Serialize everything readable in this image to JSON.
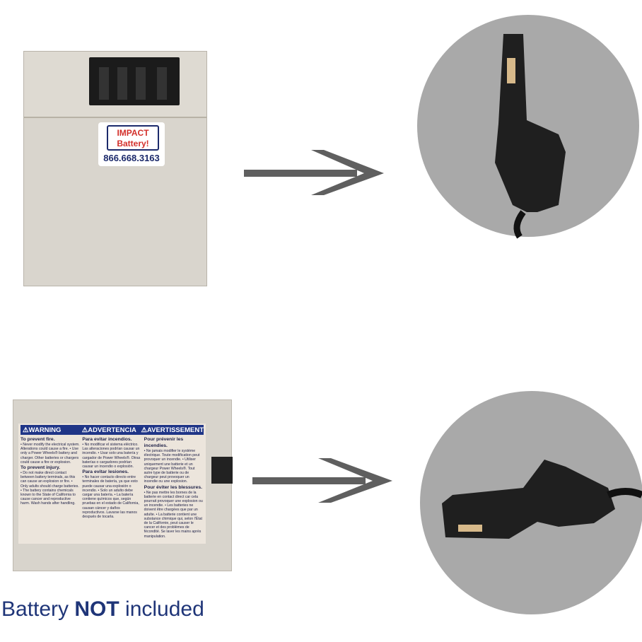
{
  "battery_top": {
    "sticker_brand_line1": "IMPACT",
    "sticker_brand_line2": "Battery!",
    "sticker_phone": "866.668.3163"
  },
  "battery_bottom": {
    "warning_headers": [
      "⚠WARNING",
      "⚠ADVERTENCIA",
      "⚠AVERTISSEMENT"
    ],
    "columns": [
      {
        "h1": "To prevent fire.",
        "t1": "• Never modify the electrical system. Alterations could cause a fire. • Use only a Power Wheels® battery and charger. Other batteries or chargers could cause a fire or explosion.",
        "h2": "To prevent injury.",
        "t2": "• Do not make direct contact between battery terminals, as this can cause an explosion or fire. • Only adults should charge batteries. • The battery contains chemicals known to the State of California to cause cancer and reproductive harm. Wash hands after handling."
      },
      {
        "h1": "Para evitar incendios.",
        "t1": "• No modificar el sistema eléctrico. Las alteraciones podrían causar un incendio. • Usar solo una batería y cargador de Power Wheels®. Otras baterías o cargadores podrían causar un incendio o explosión.",
        "h2": "Para evitar lesiones.",
        "t2": "• No hacer contacto directo entre terminales de batería, ya que esto puede causar una explosión o incendio. • Solo un adulto debe cargar una batería. • La batería contiene químicos que, según pruebas en el estado de California, causan cáncer y daños reproductivos. Lavarse las manos después de tocarla."
      },
      {
        "h1": "Pour prévenir les incendies.",
        "t1": "• Ne jamais modifier le système électrique. Toute modification peut provoquer un incendie. • Utiliser uniquement une batterie et un chargeur Power Wheels®. Tout autre type de batterie ou de chargeur peut provoquer un incendie ou une explosion.",
        "h2": "Pour éviter les blessures.",
        "t2": "• Ne pas mettre les bornes de la batterie en contact direct car cela pourrait provoquer une explosion ou un incendie. • Les batteries ne doivent être chargées que par un adulte. • La batterie contient une substance chimique qui, selon l'État de la Californie, peut causer le cancer et des problèmes de fécondité. Se laver les mains après manipulation."
      }
    ]
  },
  "footer": {
    "prefix": "Battery ",
    "emphasis": "NOT",
    "suffix": " included",
    "color": "#1f3578"
  },
  "colors": {
    "arrow": "#5f5f5f",
    "circle_bg": "#a9a9a9",
    "battery": "#d9d5cd",
    "label_bar": "#1f3587"
  }
}
